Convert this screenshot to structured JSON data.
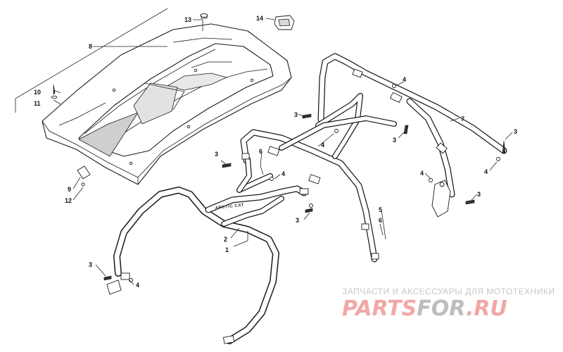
{
  "callouts": [
    {
      "id": "c1",
      "label": "1"
    },
    {
      "id": "c2",
      "label": "2"
    },
    {
      "id": "c3a",
      "label": "3"
    },
    {
      "id": "c3b",
      "label": "3"
    },
    {
      "id": "c3c",
      "label": "3"
    },
    {
      "id": "c3d",
      "label": "3"
    },
    {
      "id": "c3e",
      "label": "3"
    },
    {
      "id": "c3f",
      "label": "3"
    },
    {
      "id": "c3g",
      "label": "3"
    },
    {
      "id": "c4a",
      "label": "4"
    },
    {
      "id": "c4b",
      "label": "4"
    },
    {
      "id": "c4c",
      "label": "4"
    },
    {
      "id": "c4d",
      "label": "4"
    },
    {
      "id": "c4e",
      "label": "4"
    },
    {
      "id": "c4f",
      "label": "4"
    },
    {
      "id": "c5",
      "label": "5"
    },
    {
      "id": "c6a",
      "label": "6"
    },
    {
      "id": "c6b",
      "label": "6"
    },
    {
      "id": "c7",
      "label": "7"
    },
    {
      "id": "c8",
      "label": "8"
    },
    {
      "id": "c9",
      "label": "9"
    },
    {
      "id": "c10",
      "label": "10"
    },
    {
      "id": "c11",
      "label": "11"
    },
    {
      "id": "c12",
      "label": "12"
    },
    {
      "id": "c13",
      "label": "13"
    },
    {
      "id": "c14",
      "label": "14"
    }
  ],
  "tube_marking": "ARCTIC CAT",
  "watermark": {
    "tagline": "ЗАПЧАСТИ И АКСЕССУАРЫ ДЛЯ МОТОТЕХНИКИ",
    "logo_part1": "PARTS",
    "logo_part2": "FOR",
    "logo_part3": ".RU",
    "colors": {
      "main": "#f2a7a7",
      "accent": "#bdbdbd"
    }
  }
}
